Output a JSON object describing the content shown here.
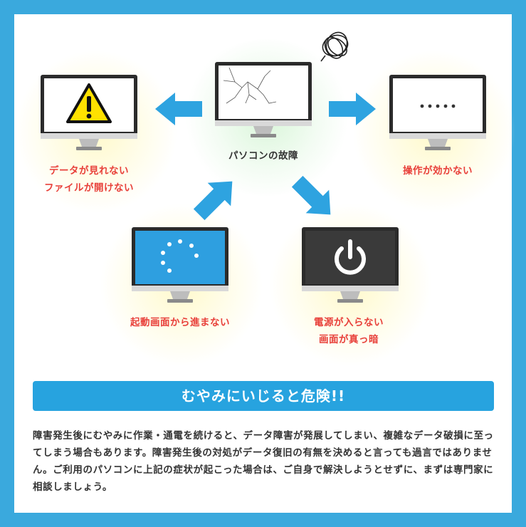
{
  "center": {
    "label": "パソコンの故障"
  },
  "symptoms": [
    {
      "line1": "データが見れない",
      "line2": "ファイルが開けない"
    },
    {
      "line1": "操作が効かない"
    },
    {
      "line1": "起動画面から進まない"
    },
    {
      "line1": "電源が入らない",
      "line2": "画面が真っ暗"
    }
  ],
  "dots_text": "・・・・・",
  "banner": {
    "text": "むやみにいじると危険!!"
  },
  "body": {
    "paragraph": "障害発生後にむやみに作業・通電を続けると、データ障害が発展してしまい、複雑なデータ破損に至ってしまう場合もあります。障害発生後の対処がデータ復旧の有無を決めると言っても過言ではありません。ご利用のパソコンに上記の症状が起こった場合は、ご自身で解決しようとせずに、まずは専門家に相談しましょう。"
  },
  "colors": {
    "border": "#3aa9dd",
    "accent_blue": "#27a3df",
    "arrow_blue": "#2ea3e0",
    "label_red": "#e8403a",
    "warning_yellow": "#ffe100",
    "screen_blue": "#2e9fe0",
    "screen_dark": "#3a3a3a"
  },
  "icons": [
    "warning-icon",
    "loading-spinner-icon",
    "power-icon",
    "scribble-icon",
    "crack-icon"
  ]
}
